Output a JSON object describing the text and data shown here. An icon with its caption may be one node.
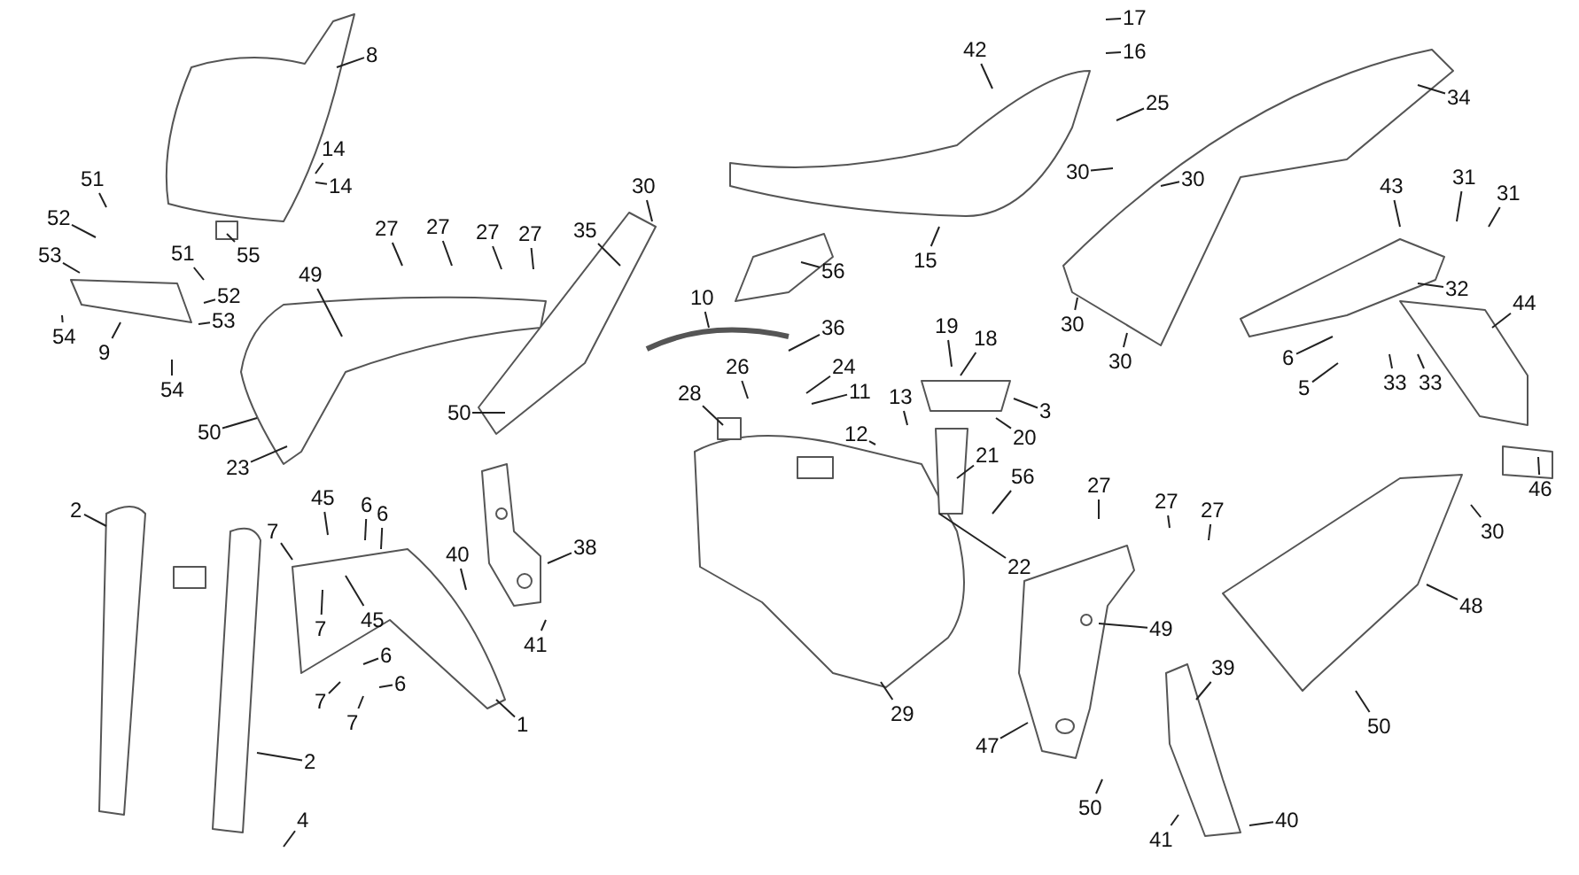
{
  "diagram": {
    "nodes": [
      {
        "text": [
          "8"
        ]
      },
      {
        "text": [
          "14"
        ]
      },
      {
        "text": [
          "14"
        ]
      },
      {
        "text": [
          "51"
        ]
      },
      {
        "text": [
          "52"
        ]
      },
      {
        "text": [
          "53"
        ]
      },
      {
        "text": [
          "51"
        ]
      },
      {
        "text": [
          "52"
        ]
      },
      {
        "text": [
          "53"
        ]
      },
      {
        "text": [
          "54"
        ]
      },
      {
        "text": [
          "9"
        ]
      },
      {
        "text": [
          "54"
        ]
      },
      {
        "text": [
          "55"
        ]
      },
      {
        "text": [
          "27"
        ]
      },
      {
        "text": [
          "27"
        ]
      },
      {
        "text": [
          "27"
        ]
      },
      {
        "text": [
          "27"
        ]
      },
      {
        "text": [
          "49"
        ]
      },
      {
        "text": [
          "50"
        ]
      },
      {
        "text": [
          "23"
        ]
      },
      {
        "text": [
          "30"
        ]
      },
      {
        "text": [
          "35"
        ]
      },
      {
        "text": [
          "56"
        ]
      },
      {
        "text": [
          "42"
        ]
      },
      {
        "text": [
          "15"
        ]
      },
      {
        "text": [
          "10"
        ]
      },
      {
        "text": [
          "36"
        ]
      },
      {
        "text": [
          "24"
        ]
      },
      {
        "text": [
          "26"
        ]
      },
      {
        "text": [
          "28"
        ]
      },
      {
        "text": [
          "11"
        ]
      },
      {
        "text": [
          "13"
        ]
      },
      {
        "text": [
          "12"
        ]
      },
      {
        "text": [
          "19"
        ]
      },
      {
        "text": [
          "18"
        ]
      },
      {
        "text": [
          "3"
        ]
      },
      {
        "text": [
          "20"
        ]
      },
      {
        "text": [
          "21"
        ]
      },
      {
        "text": [
          "56"
        ]
      },
      {
        "text": [
          "22"
        ]
      },
      {
        "text": [
          "17"
        ]
      },
      {
        "text": [
          "16"
        ]
      },
      {
        "text": [
          "25"
        ]
      },
      {
        "text": [
          "34"
        ]
      },
      {
        "text": [
          "30"
        ]
      },
      {
        "text": [
          "30"
        ]
      },
      {
        "text": [
          "30"
        ]
      },
      {
        "text": [
          "30"
        ]
      },
      {
        "text": [
          "43"
        ]
      },
      {
        "text": [
          "31"
        ]
      },
      {
        "text": [
          "31"
        ]
      },
      {
        "text": [
          "32"
        ]
      },
      {
        "text": [
          "6"
        ]
      },
      {
        "text": [
          "5"
        ]
      },
      {
        "text": [
          "33"
        ]
      },
      {
        "text": [
          "33"
        ]
      },
      {
        "text": [
          "44"
        ]
      },
      {
        "text": [
          "46"
        ]
      },
      {
        "text": [
          "27"
        ]
      },
      {
        "text": [
          "27"
        ]
      },
      {
        "text": [
          "27"
        ]
      },
      {
        "text": [
          "49"
        ]
      },
      {
        "text": [
          "39"
        ]
      },
      {
        "text": [
          "50"
        ]
      },
      {
        "text": [
          "30"
        ]
      },
      {
        "text": [
          "48"
        ]
      },
      {
        "text": [
          "47"
        ]
      },
      {
        "text": [
          "50"
        ]
      },
      {
        "text": [
          "41"
        ]
      },
      {
        "text": [
          "40"
        ]
      },
      {
        "text": [
          "29"
        ]
      },
      {
        "text": [
          "2"
        ]
      },
      {
        "text": [
          "7"
        ]
      },
      {
        "text": [
          "45"
        ]
      },
      {
        "text": [
          "6"
        ]
      },
      {
        "text": [
          "6"
        ]
      },
      {
        "text": [
          "7"
        ]
      },
      {
        "text": [
          "45"
        ]
      },
      {
        "text": [
          "6"
        ]
      },
      {
        "text": [
          "6"
        ]
      },
      {
        "text": [
          "7"
        ]
      },
      {
        "text": [
          "7"
        ]
      },
      {
        "text": [
          "1"
        ]
      },
      {
        "text": [
          "2"
        ]
      },
      {
        "text": [
          "4"
        ]
      },
      {
        "text": [
          "40"
        ]
      },
      {
        "text": [
          "38"
        ]
      },
      {
        "text": [
          "41"
        ]
      },
      {
        "text": [
          "50"
        ]
      }
    ],
    "edges": [
      {
        "from": 0,
        "to": null,
        "arrow": "none"
      },
      {
        "from": 1,
        "to": null,
        "arrow": "none"
      },
      {
        "from": 2,
        "to": null,
        "arrow": "none"
      },
      {
        "from": 3,
        "to": null,
        "arrow": "none"
      },
      {
        "from": 4,
        "to": null,
        "arrow": "none"
      },
      {
        "from": 5,
        "to": null,
        "arrow": "none"
      },
      {
        "from": 6,
        "to": null,
        "arrow": "none"
      },
      {
        "from": 7,
        "to": null,
        "arrow": "none"
      },
      {
        "from": 8,
        "to": null,
        "arrow": "none"
      },
      {
        "from": 9,
        "to": null,
        "arrow": "none"
      },
      {
        "from": 10,
        "to": null,
        "arrow": "none"
      },
      {
        "from": 11,
        "to": null,
        "arrow": "none"
      },
      {
        "from": 12,
        "to": null,
        "arrow": "none"
      },
      {
        "from": 13,
        "to": null,
        "arrow": "none"
      },
      {
        "from": 14,
        "to": null,
        "arrow": "none"
      },
      {
        "from": 15,
        "to": null,
        "arrow": "none"
      },
      {
        "from": 16,
        "to": null,
        "arrow": "none"
      },
      {
        "from": 17,
        "to": null,
        "arrow": "none"
      },
      {
        "from": 18,
        "to": null,
        "arrow": "none"
      },
      {
        "from": 19,
        "to": null,
        "arrow": "none"
      },
      {
        "from": 20,
        "to": null,
        "arrow": "none"
      },
      {
        "from": 21,
        "to": null,
        "arrow": "none"
      },
      {
        "from": 22,
        "to": null,
        "arrow": "none"
      },
      {
        "from": 23,
        "to": null,
        "arrow": "none"
      },
      {
        "from": 24,
        "to": null,
        "arrow": "none"
      },
      {
        "from": 25,
        "to": null,
        "arrow": "none"
      },
      {
        "from": 26,
        "to": null,
        "arrow": "none"
      },
      {
        "from": 27,
        "to": null,
        "arrow": "none"
      },
      {
        "from": 28,
        "to": null,
        "arrow": "none"
      },
      {
        "from": 29,
        "to": null,
        "arrow": "none"
      },
      {
        "from": 30,
        "to": null,
        "arrow": "none"
      },
      {
        "from": 31,
        "to": null,
        "arrow": "none"
      },
      {
        "from": 32,
        "to": null,
        "arrow": "none"
      },
      {
        "from": 33,
        "to": null,
        "arrow": "none"
      },
      {
        "from": 34,
        "to": null,
        "arrow": "none"
      },
      {
        "from": 35,
        "to": null,
        "arrow": "none"
      },
      {
        "from": 36,
        "to": null,
        "arrow": "none"
      },
      {
        "from": 37,
        "to": null,
        "arrow": "none"
      },
      {
        "from": 38,
        "to": null,
        "arrow": "none"
      },
      {
        "from": 39,
        "to": null,
        "arrow": "none"
      },
      {
        "from": 40,
        "to": null,
        "arrow": "none"
      },
      {
        "from": 41,
        "to": null,
        "arrow": "none"
      },
      {
        "from": 42,
        "to": null,
        "arrow": "none"
      },
      {
        "from": 43,
        "to": null,
        "arrow": "none"
      },
      {
        "from": 44,
        "to": null,
        "arrow": "none"
      },
      {
        "from": 45,
        "to": null,
        "arrow": "none"
      },
      {
        "from": 46,
        "to": null,
        "arrow": "none"
      },
      {
        "from": 47,
        "to": null,
        "arrow": "none"
      },
      {
        "from": 48,
        "to": null,
        "arrow": "none"
      },
      {
        "from": 49,
        "to": null,
        "arrow": "none"
      },
      {
        "from": 50,
        "to": null,
        "arrow": "none"
      },
      {
        "from": 51,
        "to": null,
        "arrow": "none"
      },
      {
        "from": 52,
        "to": null,
        "arrow": "none"
      },
      {
        "from": 53,
        "to": null,
        "arrow": "none"
      },
      {
        "from": 54,
        "to": null,
        "arrow": "none"
      },
      {
        "from": 55,
        "to": null,
        "arrow": "none"
      },
      {
        "from": 56,
        "to": null,
        "arrow": "none"
      },
      {
        "from": 57,
        "to": null,
        "arrow": "none"
      },
      {
        "from": 58,
        "to": null,
        "arrow": "none"
      },
      {
        "from": 59,
        "to": null,
        "arrow": "none"
      },
      {
        "from": 60,
        "to": null,
        "arrow": "none"
      },
      {
        "from": 61,
        "to": null,
        "arrow": "none"
      },
      {
        "from": 62,
        "to": null,
        "arrow": "none"
      },
      {
        "from": 63,
        "to": null,
        "arrow": "none"
      },
      {
        "from": 64,
        "to": null,
        "arrow": "none"
      },
      {
        "from": 65,
        "to": null,
        "arrow": "none"
      },
      {
        "from": 66,
        "to": null,
        "arrow": "none"
      },
      {
        "from": 67,
        "to": null,
        "arrow": "none"
      },
      {
        "from": 68,
        "to": null,
        "arrow": "none"
      },
      {
        "from": 69,
        "to": null,
        "arrow": "none"
      },
      {
        "from": 70,
        "to": null,
        "arrow": "none"
      },
      {
        "from": 71,
        "to": null,
        "arrow": "none"
      },
      {
        "from": 72,
        "to": null,
        "arrow": "none"
      },
      {
        "from": 73,
        "to": null,
        "arrow": "none"
      },
      {
        "from": 74,
        "to": null,
        "arrow": "none"
      },
      {
        "from": 75,
        "to": null,
        "arrow": "none"
      },
      {
        "from": 76,
        "to": null,
        "arrow": "none"
      },
      {
        "from": 77,
        "to": null,
        "arrow": "none"
      },
      {
        "from": 78,
        "to": null,
        "arrow": "none"
      },
      {
        "from": 79,
        "to": null,
        "arrow": "none"
      },
      {
        "from": 80,
        "to": null,
        "arrow": "none"
      },
      {
        "from": 81,
        "to": null,
        "arrow": "none"
      },
      {
        "from": 82,
        "to": null,
        "arrow": "none"
      },
      {
        "from": 83,
        "to": null,
        "arrow": "none"
      },
      {
        "from": 84,
        "to": null,
        "arrow": "none"
      },
      {
        "from": 85,
        "to": null,
        "arrow": "none"
      },
      {
        "from": 86,
        "to": null,
        "arrow": "none"
      },
      {
        "from": 87,
        "to": null,
        "arrow": "none"
      },
      {
        "from": 88,
        "to": null,
        "arrow": "none"
      }
    ]
  }
}
